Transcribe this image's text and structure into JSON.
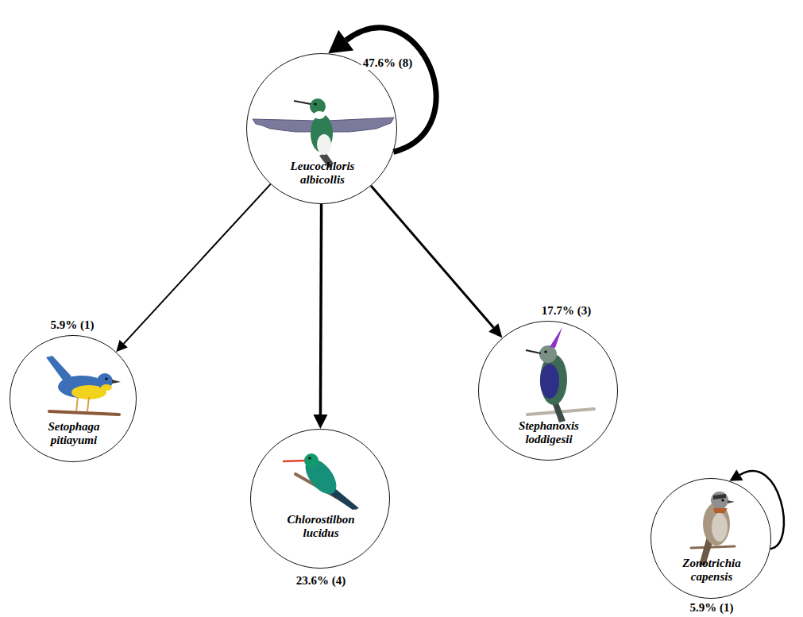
{
  "diagram": {
    "nodes": [
      {
        "text": [
          "47.6% (8)",
          "Leucochloris albicollis"
        ]
      },
      {
        "text": [
          "5.9% (1)",
          "Setophaga pitiayumi"
        ]
      },
      {
        "text": [
          "Chlorostilbon lucidus",
          "23.6% (4)"
        ]
      },
      {
        "text": [
          "17.7% (3)",
          "Stephanoxis loddigesii"
        ]
      },
      {
        "text": [
          "Zonotrichia capensis",
          "5.9% (1)"
        ]
      }
    ],
    "edges": [
      {
        "from": 0,
        "to": 0,
        "arrow": "to"
      },
      {
        "from": 0,
        "to": 1,
        "arrow": "to"
      },
      {
        "from": 0,
        "to": 2,
        "arrow": "to"
      },
      {
        "from": 0,
        "to": 3,
        "arrow": "to"
      },
      {
        "from": 4,
        "to": 4,
        "arrow": "to"
      }
    ]
  }
}
